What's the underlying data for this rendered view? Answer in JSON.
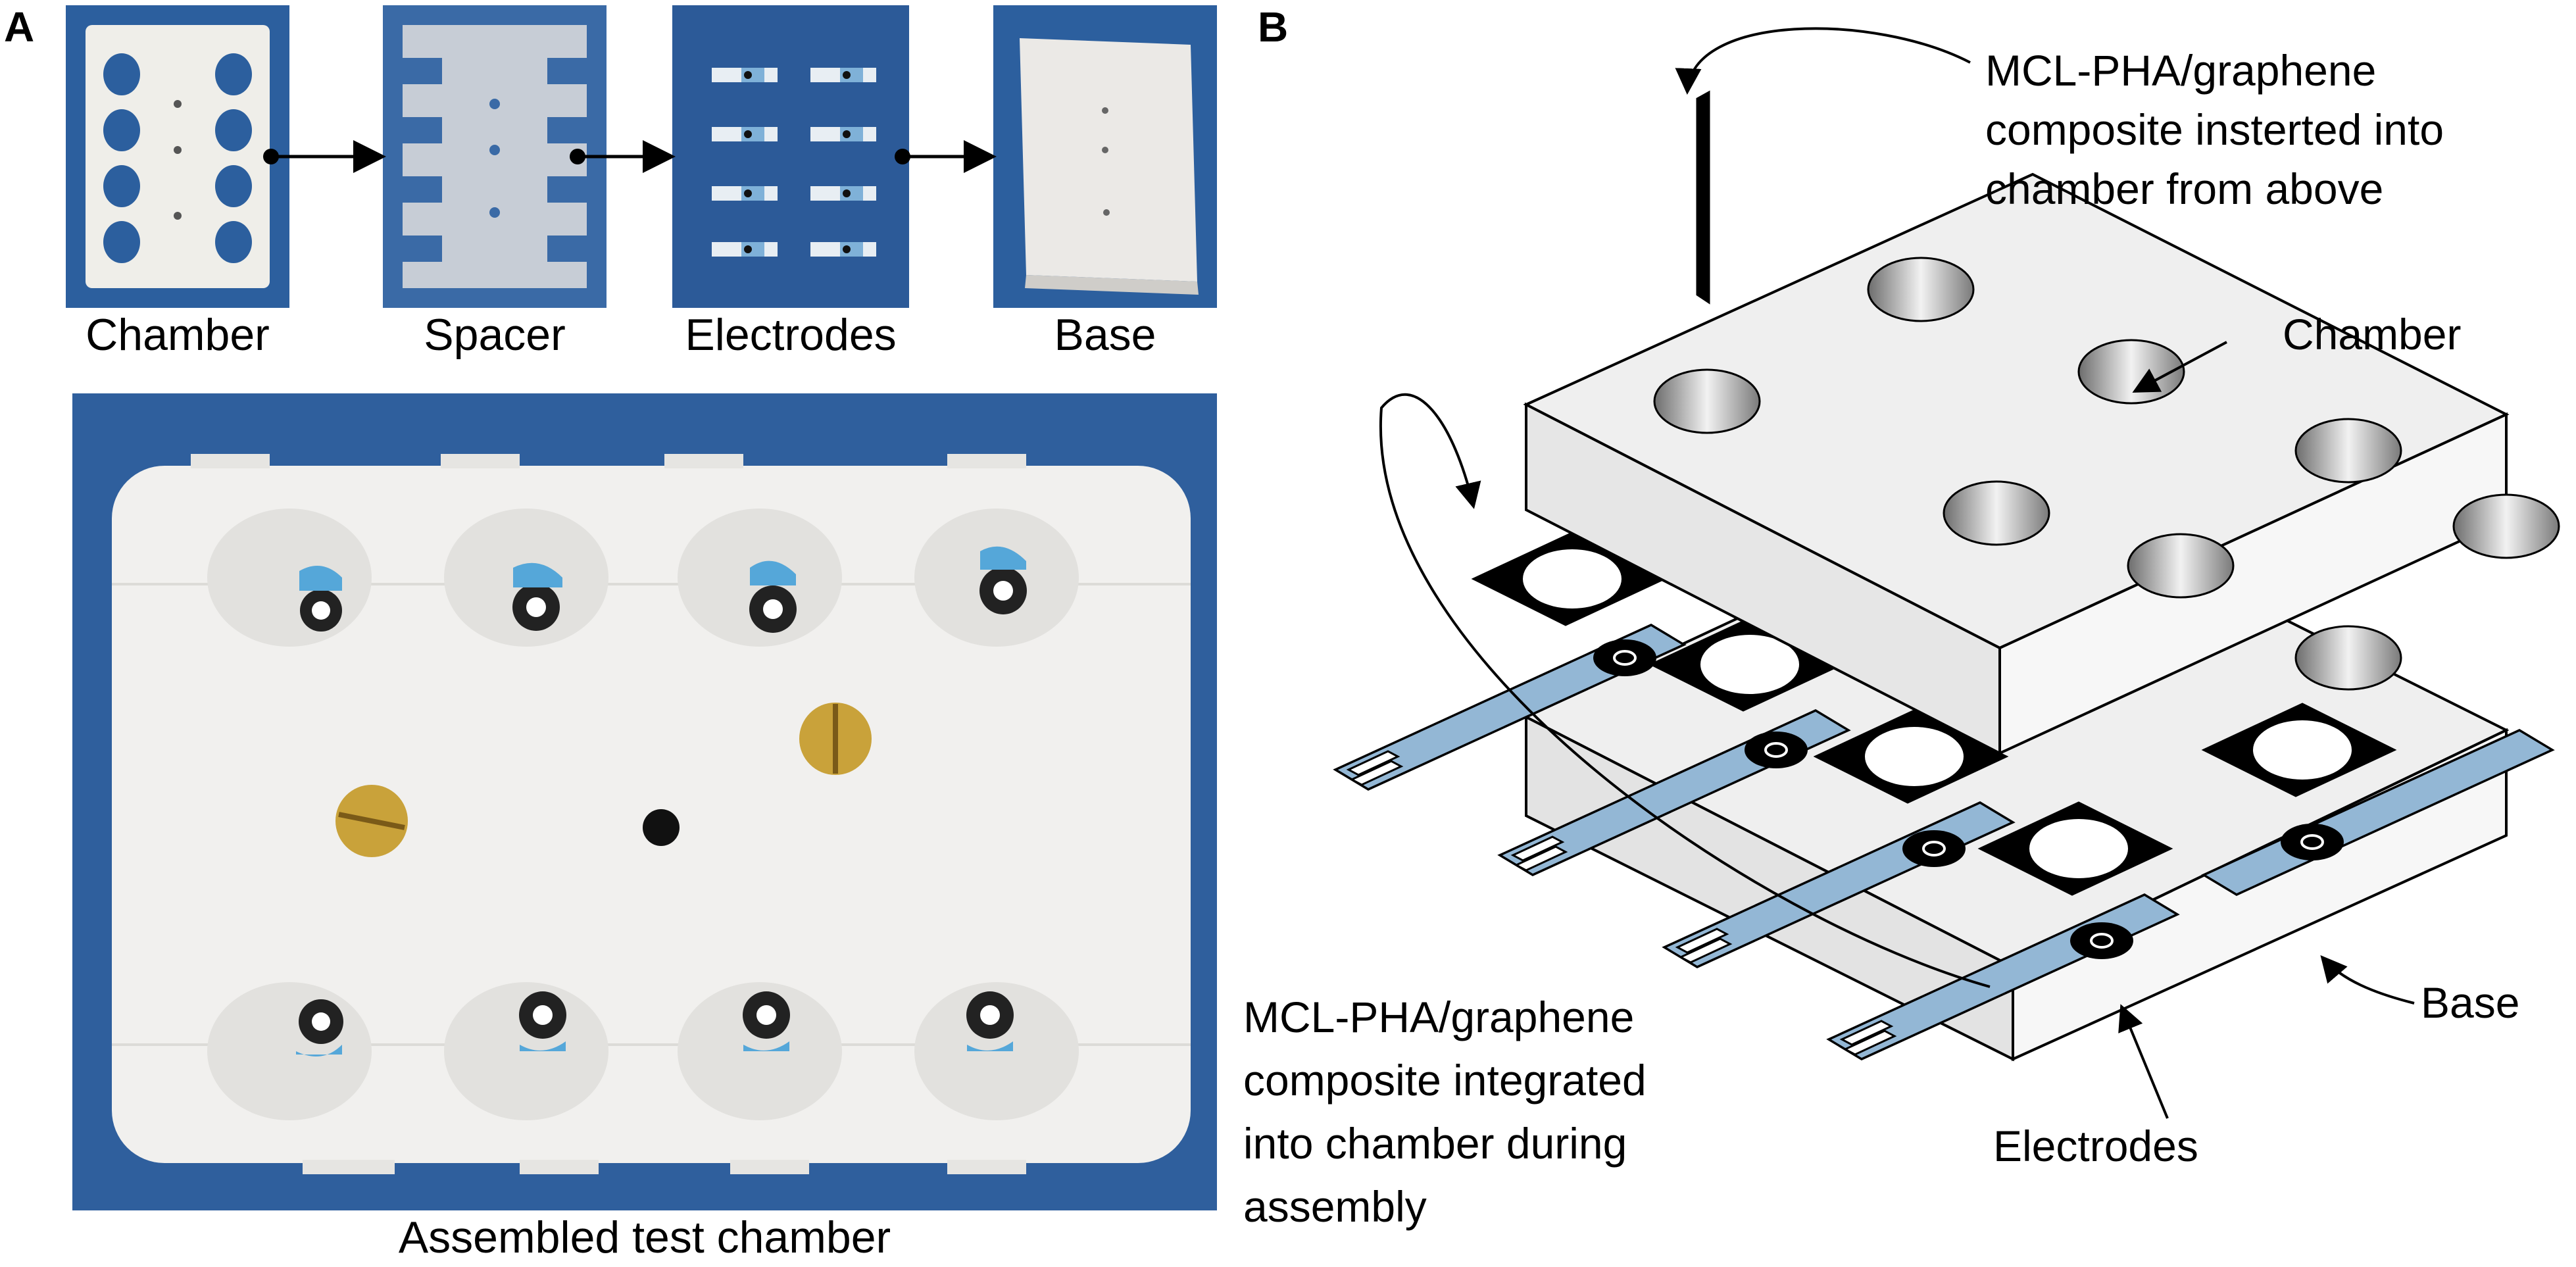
{
  "panel_a": {
    "letter": "A",
    "steps": [
      {
        "label": "Chamber"
      },
      {
        "label": "Spacer"
      },
      {
        "label": "Electrodes"
      },
      {
        "label": "Base"
      }
    ],
    "assembled_caption": "Assembled test chamber"
  },
  "panel_b": {
    "letter": "B",
    "callout_top": [
      "MCL-PHA/graphene",
      "composite insterted into",
      "chamber from above"
    ],
    "callout_left": [
      "MCL-PHA/graphene",
      "composite integrated",
      "into chamber during",
      "assembly"
    ],
    "labels": {
      "chamber": "Chamber",
      "base": "Base",
      "electrodes": "Electrodes"
    }
  },
  "colors": {
    "photo_background": "#2c5f9e",
    "plastic": "#efeee9",
    "electrode_blue": "#8fb4d4",
    "spacer_black": "#000000",
    "brass": "#c9a23a"
  }
}
